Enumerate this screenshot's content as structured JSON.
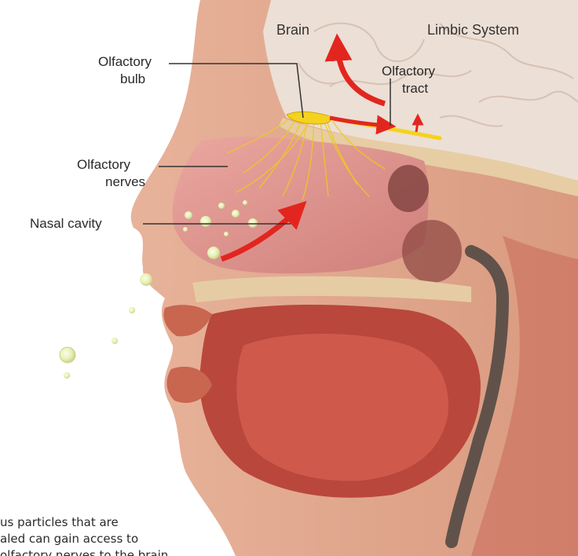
{
  "labels": {
    "brain": "Brain",
    "limbic_system": "Limbic System",
    "olfactory_bulb": [
      "Olfactory",
      "bulb"
    ],
    "olfactory_tract": [
      "Olfactory",
      "tract"
    ],
    "olfactory_nerves": [
      "Olfactory",
      "nerves"
    ],
    "nasal_cavity": "Nasal cavity"
  },
  "caption_lines": [
    "us particles that are",
    "aled can gain access to",
    "olfactory nerves to the brain"
  ],
  "colors": {
    "skin": "#e9b9a0",
    "brain": "#e8dcd2",
    "cavity": "#d98a86",
    "muscle": "#c45a4c",
    "bone": "#e8d3b0",
    "nerve": "#f0c820",
    "arrow": "#e2261f"
  }
}
